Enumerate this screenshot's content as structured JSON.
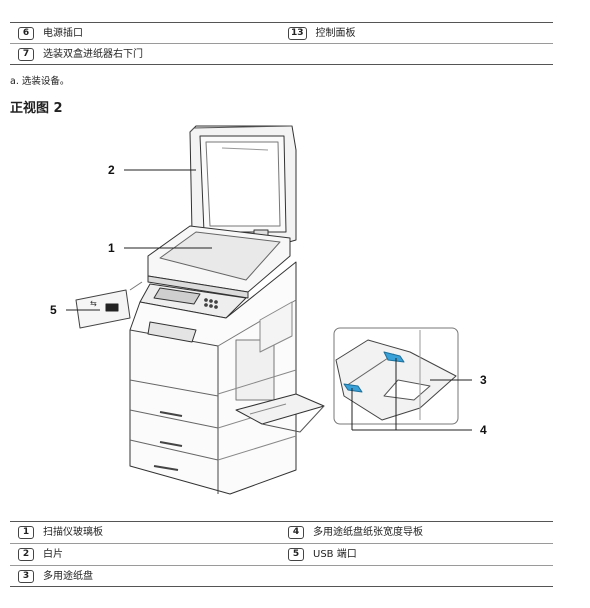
{
  "top_table": [
    {
      "left_num": "6",
      "left_text": "电源插口",
      "right_num": "13",
      "right_text": "控制面板"
    },
    {
      "left_num": "7",
      "left_text": "选装双盒进纸器右下门",
      "right_num": "",
      "right_text": ""
    }
  ],
  "note": "a. 选装设备。",
  "section_title": "正视图 2",
  "callouts": [
    "2",
    "1",
    "5",
    "3",
    "4"
  ],
  "bottom_table": [
    {
      "left_num": "1",
      "left_text": "扫描仪玻璃板",
      "right_num": "4",
      "right_text": "多用途纸盘纸张宽度导板"
    },
    {
      "left_num": "2",
      "left_text": "白片",
      "right_num": "5",
      "right_text": "USB 端口"
    },
    {
      "left_num": "3",
      "left_text": "多用途纸盘",
      "right_num": "",
      "right_text": ""
    }
  ]
}
